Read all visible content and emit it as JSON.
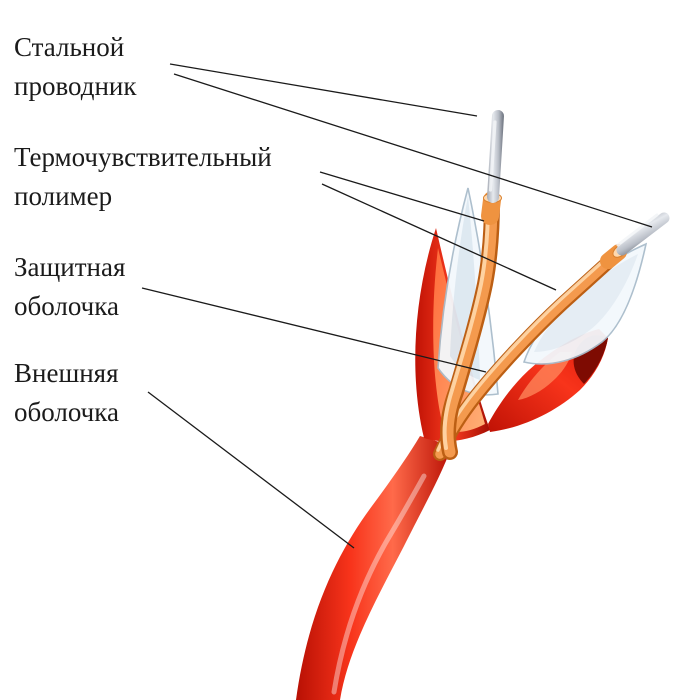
{
  "labels": {
    "steel_conductor": {
      "line1": "Стальной",
      "line2": "проводник"
    },
    "thermo_polymer": {
      "line1": "Термочувствительный",
      "line2": "полимер"
    },
    "protective_sheath": {
      "line1": "Защитная",
      "line2": "оболочка"
    },
    "outer_sheath": {
      "line1": "Внешняя",
      "line2": "оболочка"
    }
  },
  "colors": {
    "background": "#ffffff",
    "label_text": "#1b1b1b",
    "leader_line": "#1a1a1a",
    "outer_sheath_red": "#ee2410",
    "outer_sheath_red_dark": "#b31004",
    "sheath_interior_orange": "#ff8a50",
    "polymer_orange": "#f49a4e",
    "polymer_highlight": "#ffd8ab",
    "polymer_shadow": "#bc5f14",
    "steel_light": "#e6e9ee",
    "steel_dark": "#8f95a0",
    "protective_sheath_white": "#f3f8fc",
    "protective_sheath_edge": "#a9bccb"
  }
}
